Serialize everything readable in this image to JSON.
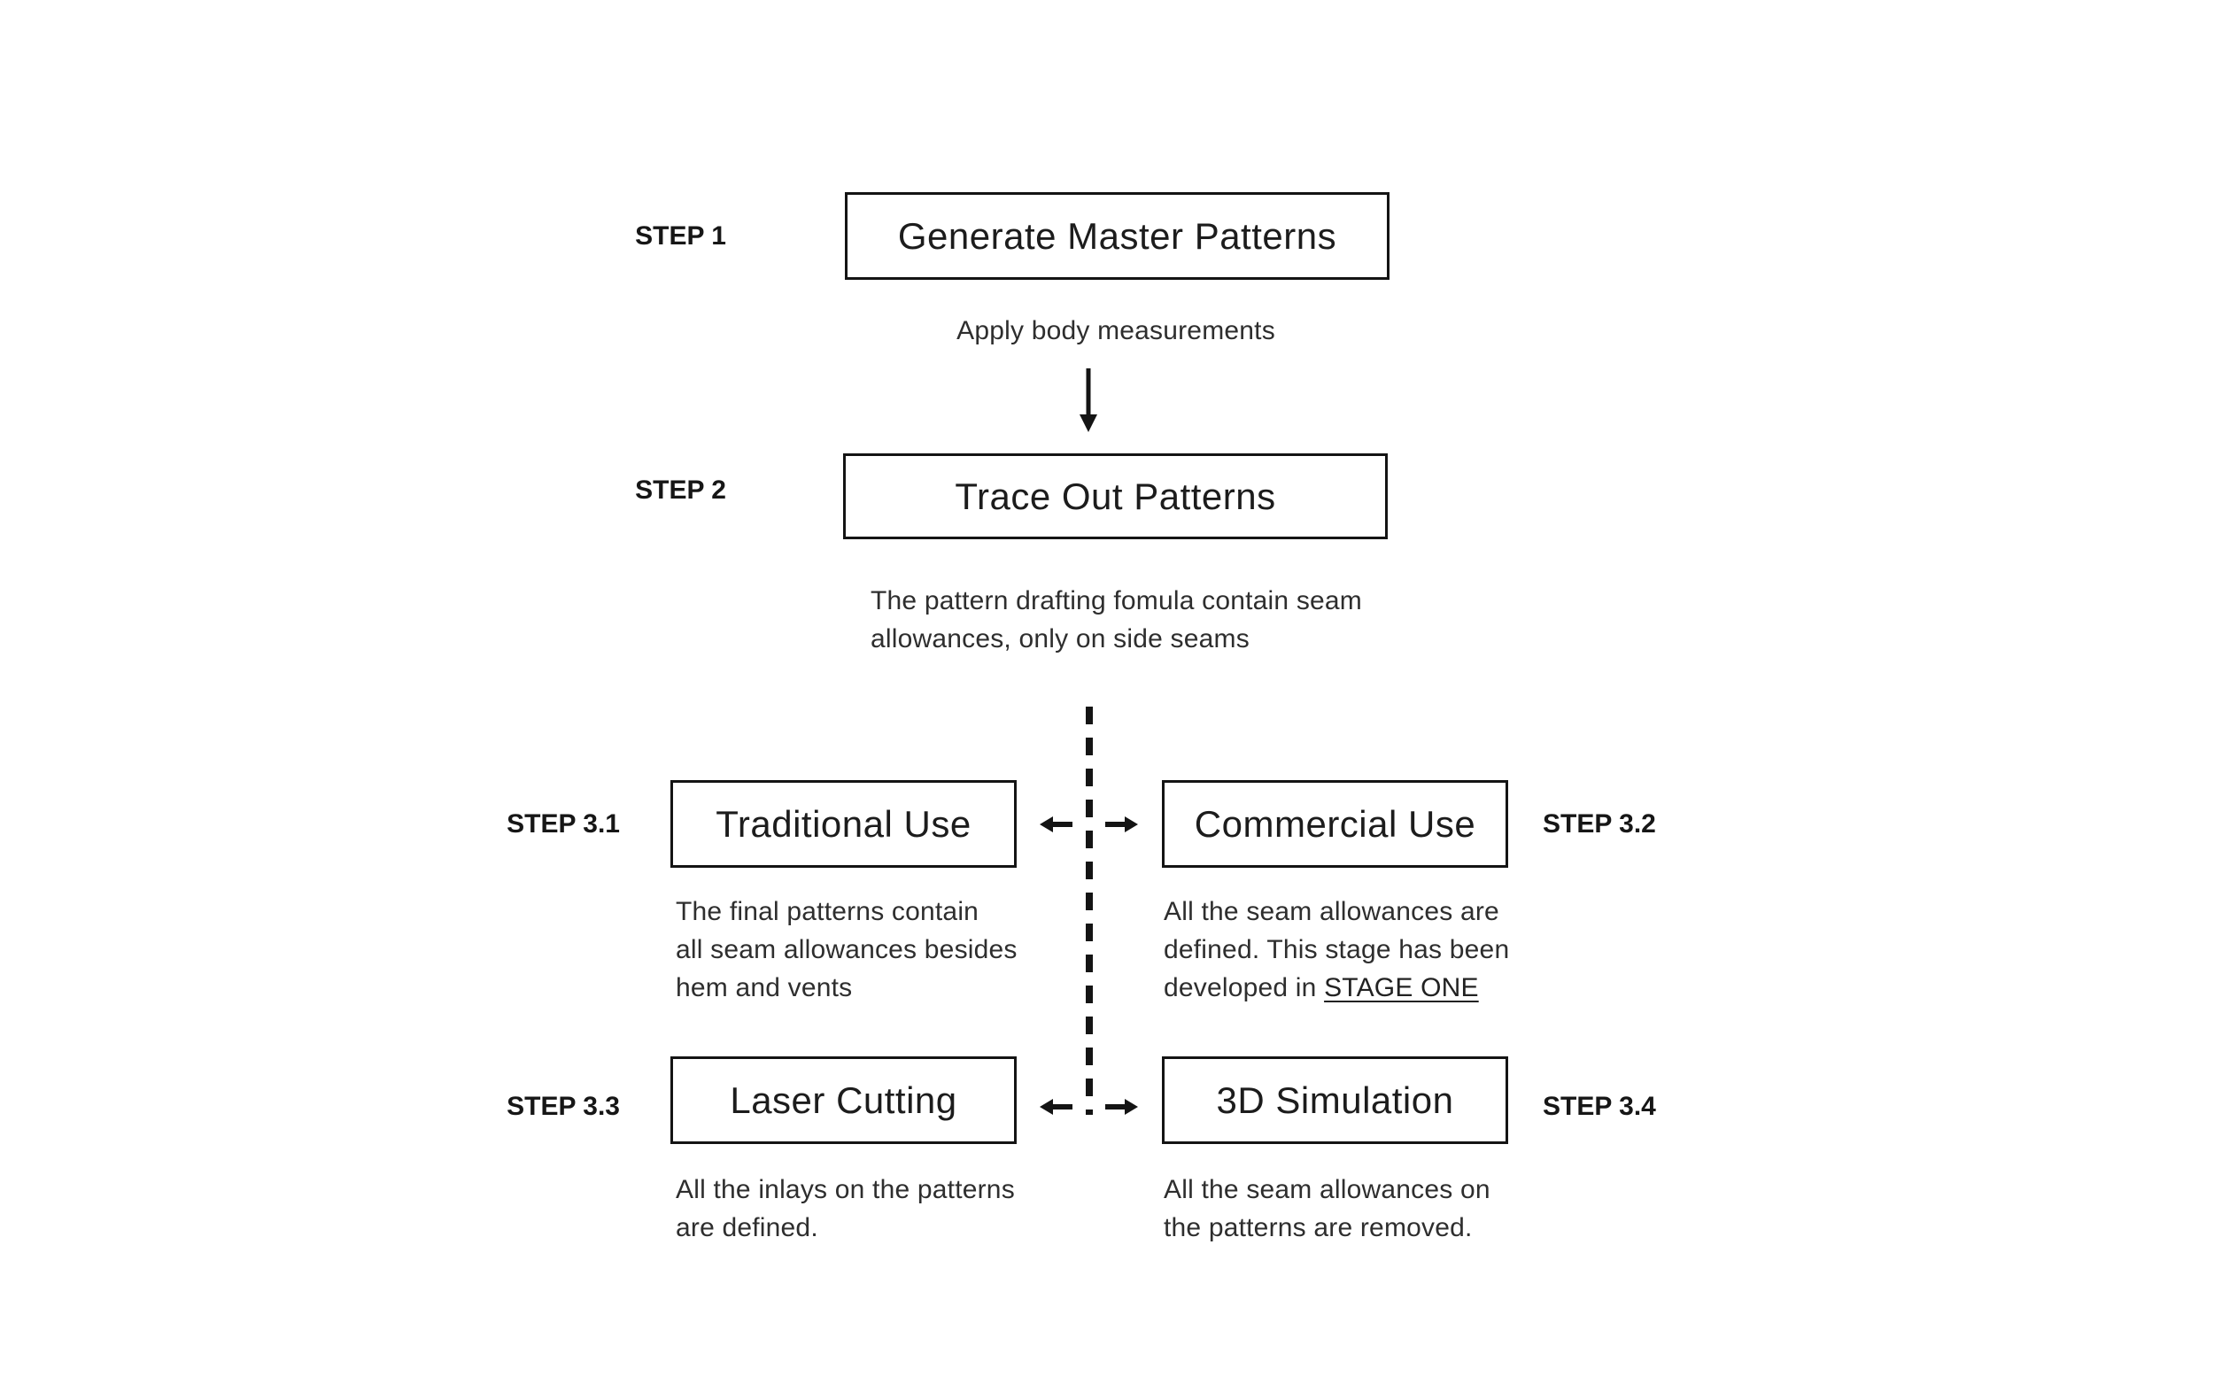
{
  "palette": {
    "background": "#ffffff",
    "ink": "#141414",
    "light_text": "#2e2e2e"
  },
  "stage1": {
    "step1": {
      "label": "STEP 1",
      "title": "Generate Master Patterns"
    },
    "transition": {
      "caption": "Apply body measurements"
    },
    "step2": {
      "label": "STEP 2",
      "title": "Trace Out Patterns",
      "note": "The pattern drafting fomula contain seam\nallowances, only on side seams"
    }
  },
  "stage3": {
    "step31": {
      "label": "STEP 3.1",
      "title": "Traditional Use",
      "note": "The final patterns contain\nall seam allowances besides\nhem and vents"
    },
    "step32": {
      "label": "STEP 3.2",
      "title": "Commercial Use",
      "note_prefix": "All the seam allowances are\ndefined. This stage has been\ndeveloped in ",
      "note_emphasis": "STAGE ONE"
    },
    "step33": {
      "label": "STEP 3.3",
      "title": "Laser Cutting",
      "note": "All the inlays on the patterns\nare defined."
    },
    "step34": {
      "label": "STEP 3.4",
      "title": "3D Simulation",
      "note": "All the seam allowances on\nthe patterns are removed."
    }
  }
}
